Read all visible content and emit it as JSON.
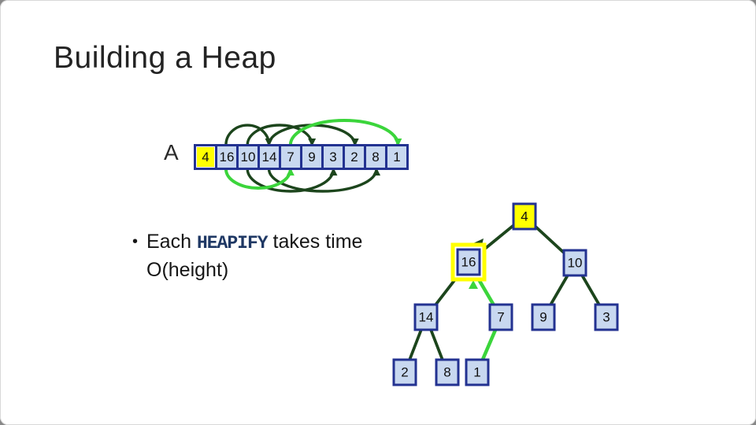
{
  "slide": {
    "title": "Building a Heap"
  },
  "bullet": {
    "marker": "•",
    "pre": "Each ",
    "code": "HEAPIFY",
    "post": " takes time",
    "line2": "O(height)"
  },
  "array": {
    "label": "A",
    "cells": [
      {
        "value": "4",
        "highlight": true
      },
      {
        "value": "16",
        "highlight": false
      },
      {
        "value": "10",
        "highlight": false
      },
      {
        "value": "14",
        "highlight": false
      },
      {
        "value": "7",
        "highlight": false
      },
      {
        "value": "9",
        "highlight": false
      },
      {
        "value": "3",
        "highlight": false
      },
      {
        "value": "2",
        "highlight": false
      },
      {
        "value": "8",
        "highlight": false
      },
      {
        "value": "1",
        "highlight": false
      }
    ],
    "arcs_above": [
      {
        "from": 2,
        "to": 4,
        "color": "dark"
      },
      {
        "from": 3,
        "to": 6,
        "color": "dark"
      },
      {
        "from": 4,
        "to": 8,
        "color": "dark"
      },
      {
        "from": 5,
        "to": 10,
        "color": "green"
      }
    ],
    "arcs_below": [
      {
        "from": 3,
        "to": 7,
        "color": "dark"
      },
      {
        "from": 4,
        "to": 9,
        "color": "dark"
      },
      {
        "from": 2,
        "to": 5,
        "color": "green"
      }
    ]
  },
  "tree": {
    "nodes": [
      {
        "id": 1,
        "value": "4",
        "fill": "yellow",
        "halo": false
      },
      {
        "id": 2,
        "value": "16",
        "fill": "blue",
        "halo": true
      },
      {
        "id": 3,
        "value": "10",
        "fill": "blue",
        "halo": false
      },
      {
        "id": 4,
        "value": "14",
        "fill": "blue",
        "halo": false
      },
      {
        "id": 5,
        "value": "7",
        "fill": "blue",
        "halo": false
      },
      {
        "id": 6,
        "value": "9",
        "fill": "blue",
        "halo": false
      },
      {
        "id": 7,
        "value": "3",
        "fill": "blue",
        "halo": false
      },
      {
        "id": 8,
        "value": "2",
        "fill": "blue",
        "halo": false
      },
      {
        "id": 9,
        "value": "8",
        "fill": "blue",
        "halo": false
      },
      {
        "id": 10,
        "value": "1",
        "fill": "blue",
        "halo": false
      }
    ],
    "edges": [
      {
        "from": 1,
        "to": 2,
        "color": "dark"
      },
      {
        "from": 1,
        "to": 3,
        "color": "dark"
      },
      {
        "from": 2,
        "to": 4,
        "color": "dark"
      },
      {
        "from": 2,
        "to": 5,
        "color": "green"
      },
      {
        "from": 3,
        "to": 6,
        "color": "dark"
      },
      {
        "from": 3,
        "to": 7,
        "color": "dark"
      },
      {
        "from": 4,
        "to": 8,
        "color": "dark"
      },
      {
        "from": 4,
        "to": 9,
        "color": "dark"
      },
      {
        "from": 5,
        "to": 10,
        "color": "green"
      }
    ]
  },
  "colors": {
    "title_text": "#232323",
    "code_text": "#1F3864",
    "node_border": "#233291",
    "node_fill": "#C8D8F0",
    "highlight_yellow": "#FFFF00",
    "dark_green": "#1C451C",
    "bright_green": "#3BD53B"
  }
}
